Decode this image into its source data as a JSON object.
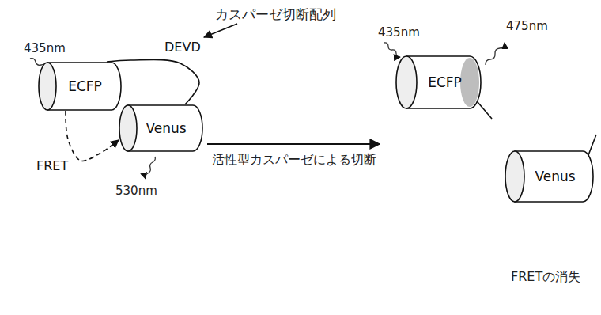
{
  "diagram": {
    "nodes": [
      {
        "text": [
          "ECFP"
        ]
      },
      {
        "text": [
          "Venus"
        ]
      },
      {
        "text": [
          "ECFP"
        ]
      },
      {
        "text": [
          "Venus"
        ]
      }
    ],
    "edges": [
      {
        "from": 0,
        "to": 1,
        "arrow": "none",
        "label": "DEVD"
      },
      {
        "from": 0,
        "to": 1,
        "arrow": "to",
        "label": "FRET"
      }
    ],
    "labels": [
      "カスパーゼ切断配列",
      "435nm",
      "530nm",
      "活性型カスパーゼによる切断",
      "435nm",
      "475nm",
      "FRETの消失"
    ]
  }
}
